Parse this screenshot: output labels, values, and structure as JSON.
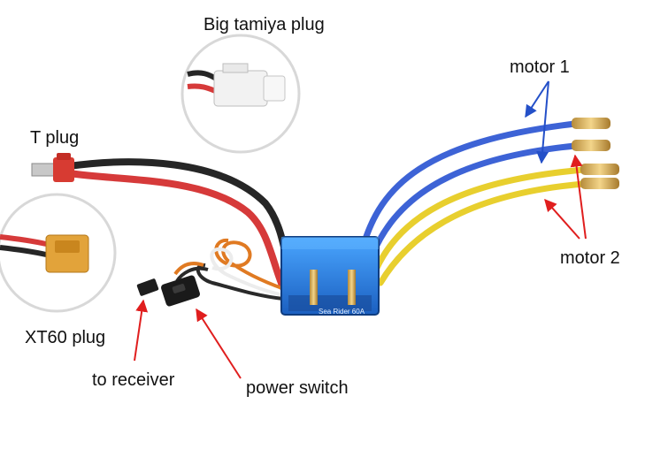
{
  "labels": {
    "big_tamiya_plug": "Big tamiya plug",
    "t_plug": "T plug",
    "xt60_plug": "XT60 plug",
    "to_receiver": "to receiver",
    "power_switch": "power switch",
    "motor_1": "motor 1",
    "motor_2": "motor 2"
  },
  "esc_label_text": "Sea Rider 60A",
  "colors": {
    "esc_body": "#2a7ee0",
    "red_wire": "#d63a3a",
    "black_wire": "#262626",
    "blue_wire": "#3d63d6",
    "yellow_wire": "#e8cf2e",
    "t_plug": "#d73b32",
    "xt60_plug": "#e2a33a",
    "tamiya_plug": "#f2f2f2",
    "arrow_blue": "#2450c8",
    "arrow_red": "#e01e1e"
  },
  "icons": {
    "t_plug": "t-plug-connector-icon",
    "xt60": "xt60-connector-icon",
    "tamiya": "tamiya-connector-icon",
    "switch": "power-switch-icon"
  }
}
